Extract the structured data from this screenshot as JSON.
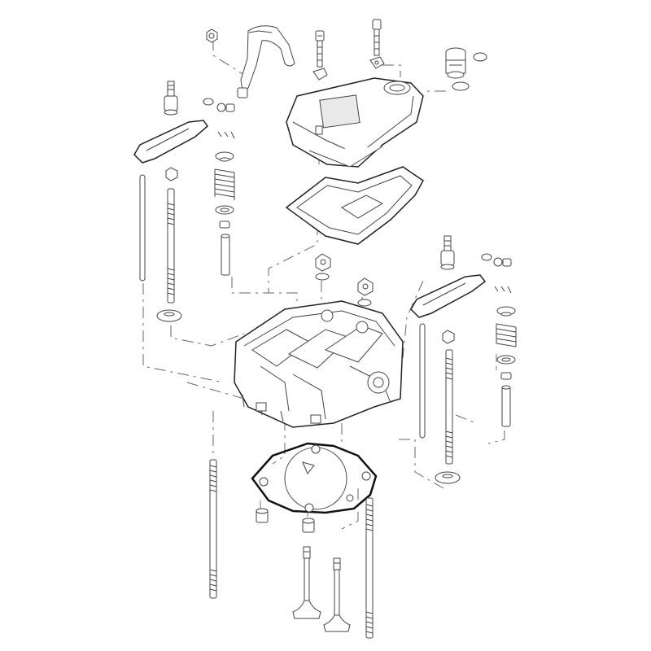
{
  "diagram": {
    "type": "exploded-view",
    "background": "#ffffff",
    "line_color": "#222222",
    "parts": [
      {
        "name": "cap-nut-top"
      },
      {
        "name": "breather-hose"
      },
      {
        "name": "cover-bolt-left"
      },
      {
        "name": "cover-bolt-right"
      },
      {
        "name": "spark-plug-cap"
      },
      {
        "name": "rocker-cover"
      },
      {
        "name": "rocker-cover-gasket"
      },
      {
        "name": "rocker-arm-left"
      },
      {
        "name": "rocker-arm-right"
      },
      {
        "name": "valve-spring-left"
      },
      {
        "name": "valve-spring-right"
      },
      {
        "name": "pushrod-left"
      },
      {
        "name": "pushrod-right"
      },
      {
        "name": "cylinder-head"
      },
      {
        "name": "head-gasket"
      },
      {
        "name": "long-stud-left"
      },
      {
        "name": "long-stud-right"
      },
      {
        "name": "intake-valve"
      },
      {
        "name": "exhaust-valve"
      },
      {
        "name": "dowel-pins"
      }
    ]
  }
}
